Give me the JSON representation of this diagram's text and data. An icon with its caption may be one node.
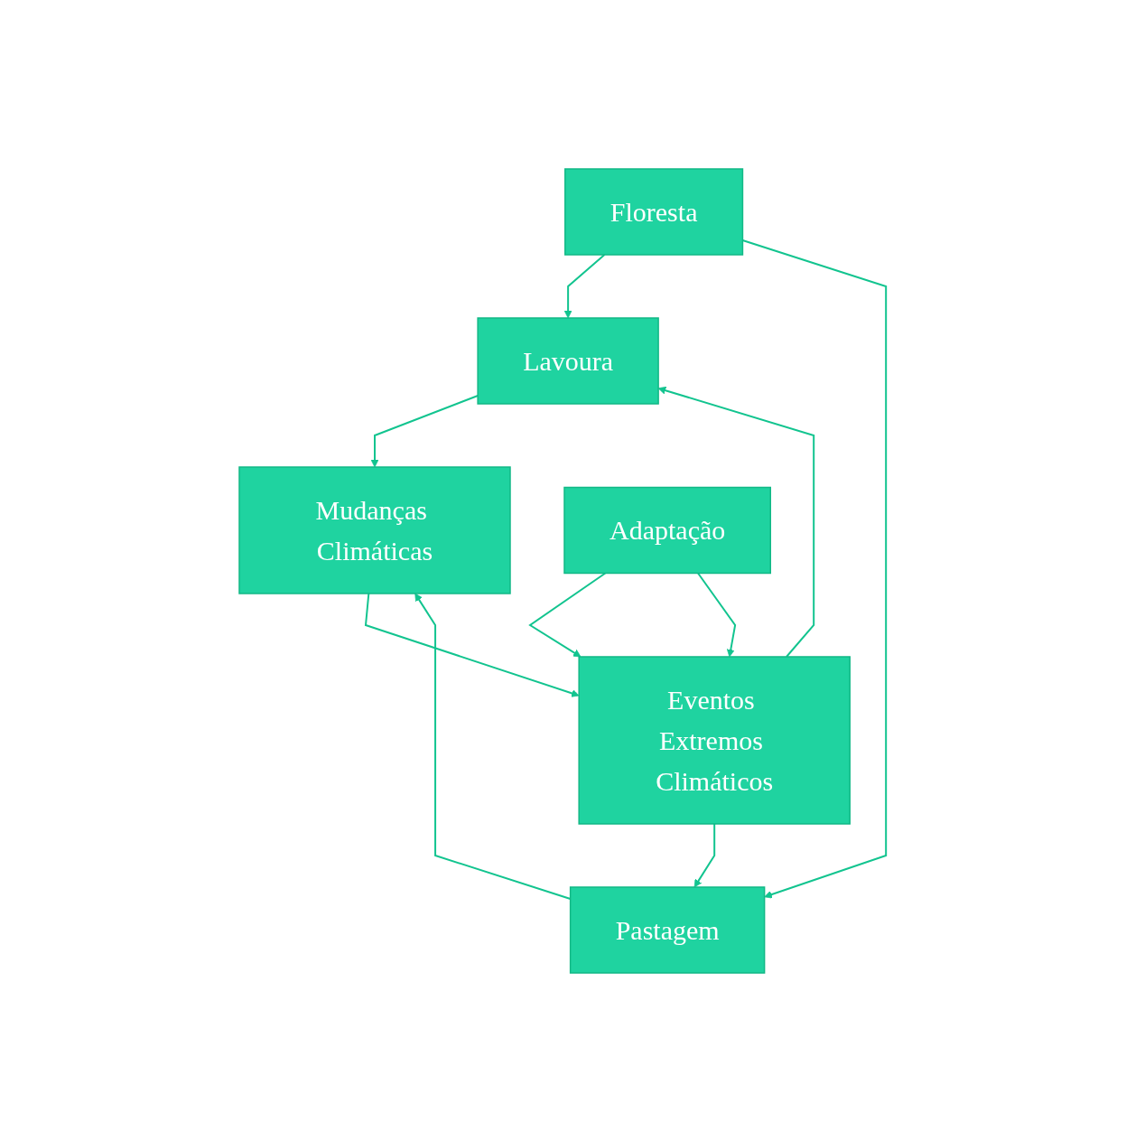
{
  "diagram": {
    "nodes": [
      {
        "text": [
          "Floresta"
        ]
      },
      {
        "text": [
          "Lavoura"
        ]
      },
      {
        "text": [
          "Pastagem"
        ]
      },
      {
        "text": [
          "Mudanças Climáticas"
        ]
      },
      {
        "text": [
          "Eventos Extremos Climáticos"
        ]
      },
      {
        "text": [
          "Adaptação"
        ]
      }
    ],
    "edges": [
      {
        "from": 0,
        "to": 1,
        "arrow": "to"
      },
      {
        "from": 0,
        "to": 2,
        "arrow": "to"
      },
      {
        "from": 1,
        "to": 3,
        "arrow": "to"
      },
      {
        "from": 2,
        "to": 3,
        "arrow": "to"
      },
      {
        "from": 3,
        "to": 4,
        "arrow": "to"
      },
      {
        "from": 4,
        "to": 1,
        "arrow": "to"
      },
      {
        "from": 4,
        "to": 2,
        "arrow": "to"
      },
      {
        "from": 5,
        "to": 4,
        "arrow": "to"
      },
      {
        "from": 5,
        "to": 4,
        "arrow": "to"
      }
    ]
  }
}
